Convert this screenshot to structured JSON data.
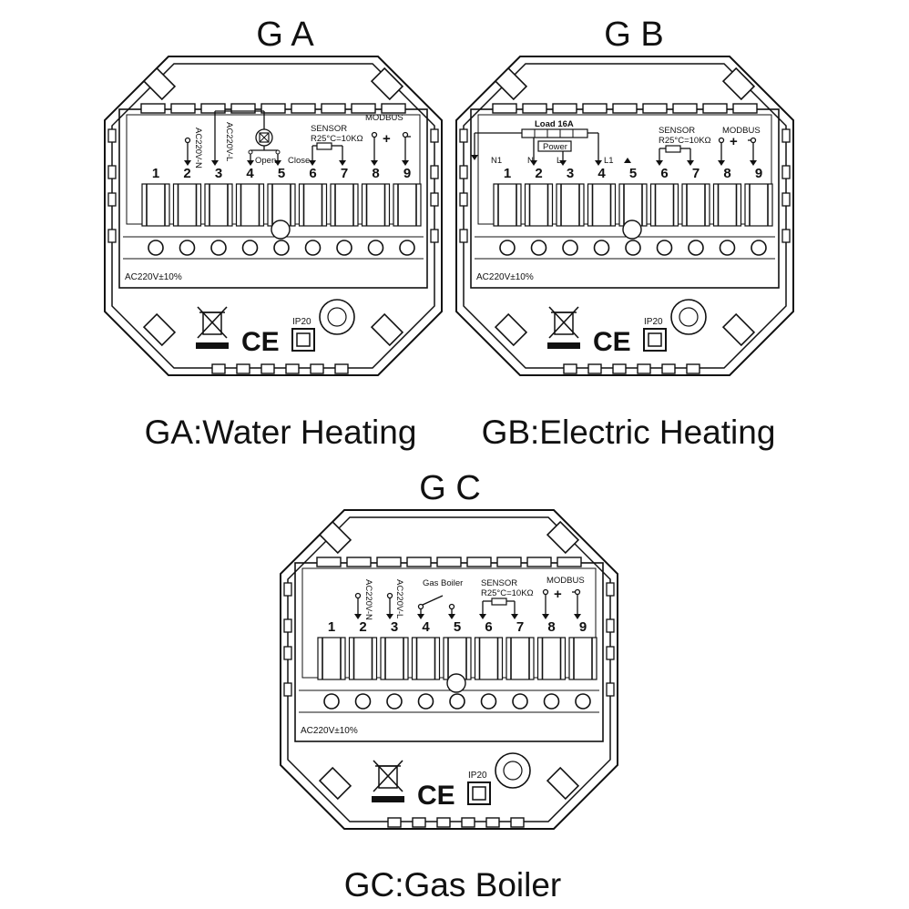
{
  "panels": [
    {
      "id": "ga",
      "letter": "G A",
      "caption": "GA:Water Heating",
      "voltage": "AC220V±10%",
      "ip_label": "IP20",
      "ce_mark": "CE",
      "terminal_numbers": [
        "1",
        "2",
        "3",
        "4",
        "5",
        "6",
        "7",
        "8",
        "9"
      ],
      "wiring_labels": {
        "ac_n": "AC220V-N",
        "ac_l": "AC220V-L",
        "open": "Open",
        "close": "Close",
        "sensor": "SENSOR",
        "sensor_spec": "R25°C=10KΩ",
        "modbus": "MODBUS",
        "plus": "+"
      }
    },
    {
      "id": "gb",
      "letter": "G B",
      "caption": "GB:Electric Heating",
      "voltage": "AC220V±10%",
      "ip_label": "IP20",
      "ce_mark": "CE",
      "terminal_numbers": [
        "1",
        "2",
        "3",
        "4",
        "5",
        "6",
        "7",
        "8",
        "9"
      ],
      "wiring_labels": {
        "load": "Load 16A",
        "power": "Power",
        "n1": "N1",
        "n": "N",
        "l": "L",
        "l1": "L1",
        "sensor": "SENSOR",
        "sensor_spec": "R25°C=10KΩ",
        "modbus": "MODBUS",
        "plus": "+"
      }
    },
    {
      "id": "gc",
      "letter": "G C",
      "caption": "GC:Gas Boiler",
      "voltage": "AC220V±10%",
      "ip_label": "IP20",
      "ce_mark": "CE",
      "terminal_numbers": [
        "1",
        "2",
        "3",
        "4",
        "5",
        "6",
        "7",
        "8",
        "9"
      ],
      "wiring_labels": {
        "ac_n": "AC220V-N",
        "ac_l": "AC220V-L",
        "gas_boiler": "Gas Boiler",
        "sensor": "SENSOR",
        "sensor_spec": "R25°C=10KΩ",
        "modbus": "MODBUS",
        "plus": "+"
      }
    }
  ]
}
